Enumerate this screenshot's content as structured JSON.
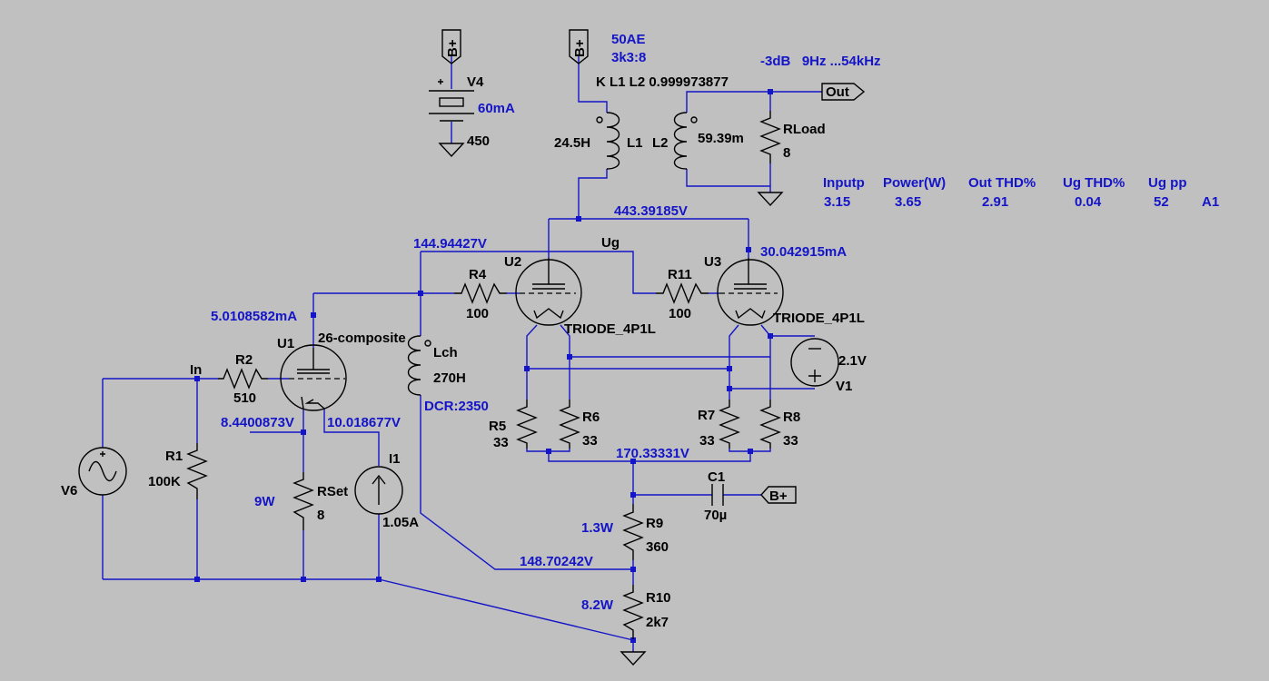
{
  "colors": {
    "background": "#c0c0c0",
    "wire": "#1414c8",
    "component": "#000000",
    "annotation": "#1414c8"
  },
  "annotations": {
    "transformer": "50AE",
    "ratio": "3k3:8",
    "coupling": "K L1 L2 0.999973877",
    "bandwidth": "-3dB   9Hz ...54kHz"
  },
  "measurements": {
    "headers": [
      "Inputp",
      "Power(W)",
      "Out THD%",
      "Ug THD%",
      "Ug pp"
    ],
    "values": [
      "3.15",
      "3.65",
      "2.91",
      "0.04",
      "52"
    ],
    "class": "A1"
  },
  "nodes": {
    "plate": "443.39185V",
    "grid_bus": "144.94427V",
    "ug": "Ug",
    "u1_current": "5.0108582mA",
    "u3_current": "30.042915mA",
    "u1_cathode": "8.4400873V",
    "u1_grid_bias": "10.018677V",
    "cathode_bus": "170.33331V",
    "mid": "148.70242V",
    "input": "In"
  },
  "components": {
    "V4": {
      "name": "V4",
      "value": "450",
      "current": "60mA"
    },
    "L1": {
      "name": "L1",
      "value": "24.5H"
    },
    "L2": {
      "name": "L2",
      "value": "59.39m"
    },
    "RLoad": {
      "name": "RLoad",
      "value": "8"
    },
    "out_label": "Out",
    "bplus": "B+",
    "U1": {
      "name": "U1",
      "model": "26-composite"
    },
    "U2": {
      "name": "U2",
      "model": "TRIODE_4P1L"
    },
    "U3": {
      "name": "U3",
      "model": "TRIODE_4P1L"
    },
    "R4": {
      "name": "R4",
      "value": "100"
    },
    "R11": {
      "name": "R11",
      "value": "100"
    },
    "R2": {
      "name": "R2",
      "value": "510"
    },
    "R1": {
      "name": "R1",
      "value": "100K"
    },
    "V6": {
      "name": "V6"
    },
    "Lch": {
      "name": "Lch",
      "value": "270H",
      "dcr": "DCR:2350"
    },
    "RSet": {
      "name": "RSet",
      "value": "8",
      "power": "9W"
    },
    "I1": {
      "name": "I1",
      "value": "1.05A"
    },
    "V1": {
      "name": "V1",
      "value": "2.1V"
    },
    "R5": {
      "name": "R5",
      "value": "33"
    },
    "R6": {
      "name": "R6",
      "value": "33"
    },
    "R7": {
      "name": "R7",
      "value": "33"
    },
    "R8": {
      "name": "R8",
      "value": "33"
    },
    "C1": {
      "name": "C1",
      "value": "70µ"
    },
    "R9": {
      "name": "R9",
      "value": "360",
      "power": "1.3W"
    },
    "R10": {
      "name": "R10",
      "value": "2k7",
      "power": "8.2W"
    }
  }
}
